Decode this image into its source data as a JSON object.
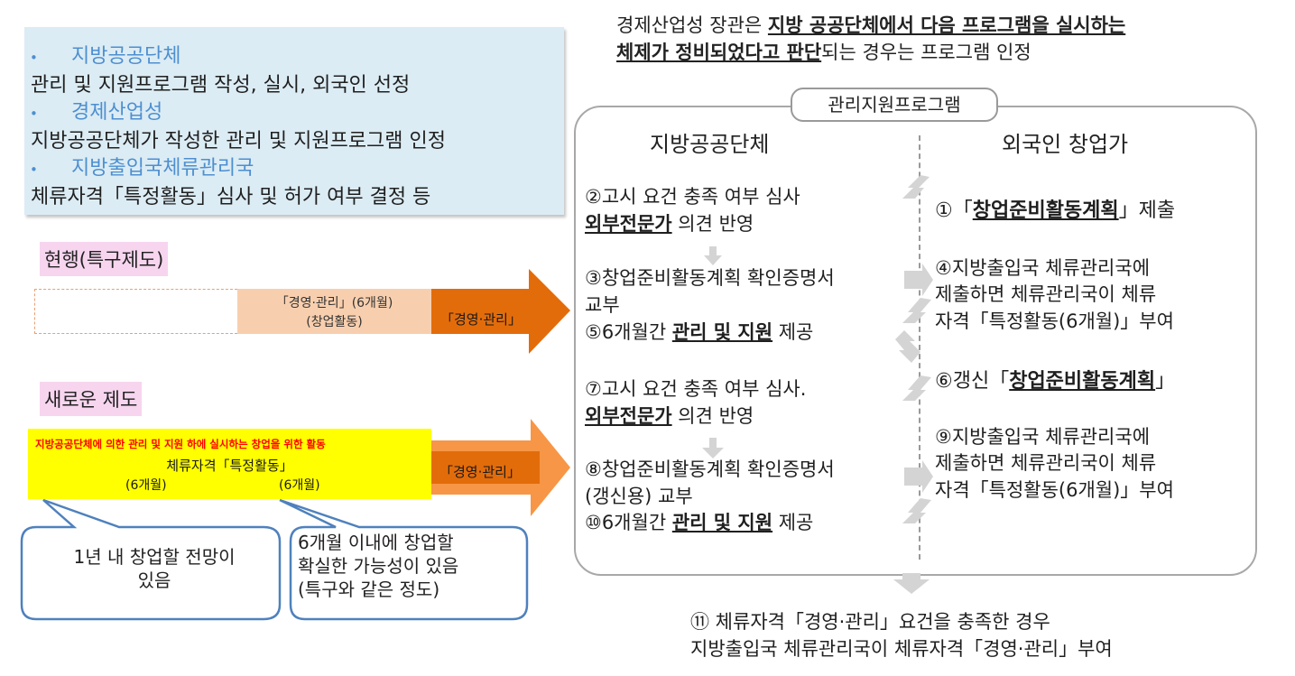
{
  "roles": [
    {
      "heading": "지방공공단체",
      "desc": "관리 및 지원프로그램 작성, 실시, 외국인 선정"
    },
    {
      "heading": "경제산업성",
      "desc": "지방공공단체가 작성한 관리 및 지원프로그램 인정"
    },
    {
      "heading": "지방출입국체류관리국",
      "desc": "체류자격「특정활동」심사 및 허가 여부 결정 등"
    }
  ],
  "current": {
    "label": "현행(특구제도)",
    "peach_line1": "「경영·관리」(6개월)",
    "peach_line2": "(창업활동)",
    "arrow_text": "「경영·관리」"
  },
  "new_system": {
    "label": "새로운 제도",
    "red_text": "지방공공단체에 의한 관리 및 지원 하에 실시하는 창업을 위한 활동",
    "status_text": "체류자격「특정활동」",
    "period1": "(6개월)",
    "period2": "(6개월)",
    "arrow_text": "「경영·관리」"
  },
  "callouts": [
    {
      "line1": "1년 내 창업할 전망이",
      "line2": "있음"
    },
    {
      "line1": "6개월 이내에 창업할",
      "line2": "확실한 가능성이 있음",
      "line3": "(특구와 같은 정도)"
    }
  ],
  "top_statement": {
    "p1": "경제산업성 장관은 ",
    "p2": "지방 공공단체에서 다음 프로그램을 실시하는",
    "p3": "체제가 정비되었다고 판단",
    "p4": "되는 경우는 프로그램 인정"
  },
  "program": {
    "label": "관리지원프로그램",
    "col_left": "지방공공단체",
    "col_right": "외국인 창업가"
  },
  "left_steps": {
    "s2_line1": "②고시 요건 충족 여부 심사",
    "s2_em": "외부전문가",
    "s2_rest": " 의견 반영",
    "s3_line1": "③창업준비활동계획 확인증명서",
    "s3_line2": "교부",
    "s5_pre": "⑤6개월간 ",
    "s5_em": "관리 및 지원",
    "s5_post": " 제공",
    "s7_line1": "⑦고시 요건 충족 여부 심사.",
    "s7_em": "외부전문가",
    "s7_rest": " 의견 반영",
    "s8_line1": "⑧창업준비활동계획 확인증명서",
    "s8_line2": "(갱신용) 교부",
    "s10_pre": "⑩6개월간 ",
    "s10_em": "관리 및 지원",
    "s10_post": " 제공"
  },
  "right_steps": {
    "s1_pre": "①「",
    "s1_em": "창업준비활동계획",
    "s1_post": "」제출",
    "s4_line1": "④지방출입국 체류관리국에",
    "s4_line2": "제출하면 체류관리국이 체류",
    "s4_line3": "자격「특정활동(6개월)」부여",
    "s6_pre": "⑥갱신「",
    "s6_em": "창업준비활동계획",
    "s6_post": "」",
    "s9_line1": "⑨지방출입국 체류관리국에",
    "s9_line2": "제출하면 체류관리국이 체류",
    "s9_line3": "자격「특정활동(6개월)」부여"
  },
  "final": {
    "line1": "⑪ 체류자격「경영·관리」요건을 충족한 경우",
    "line2": "지방출입국 체류관리국이 체류자격「경영·관리」부여"
  },
  "colors": {
    "role_heading": "#4d8fd0",
    "role_box": "#dcecf4",
    "label_pink": "#f7d5ef",
    "peach": "#f8cfae",
    "arrow_orange": "#e36c0a",
    "arrow_light": "#f79646",
    "yellow": "#ffff00",
    "red_text": "#ff0000",
    "callout_border": "#4f81bd"
  }
}
